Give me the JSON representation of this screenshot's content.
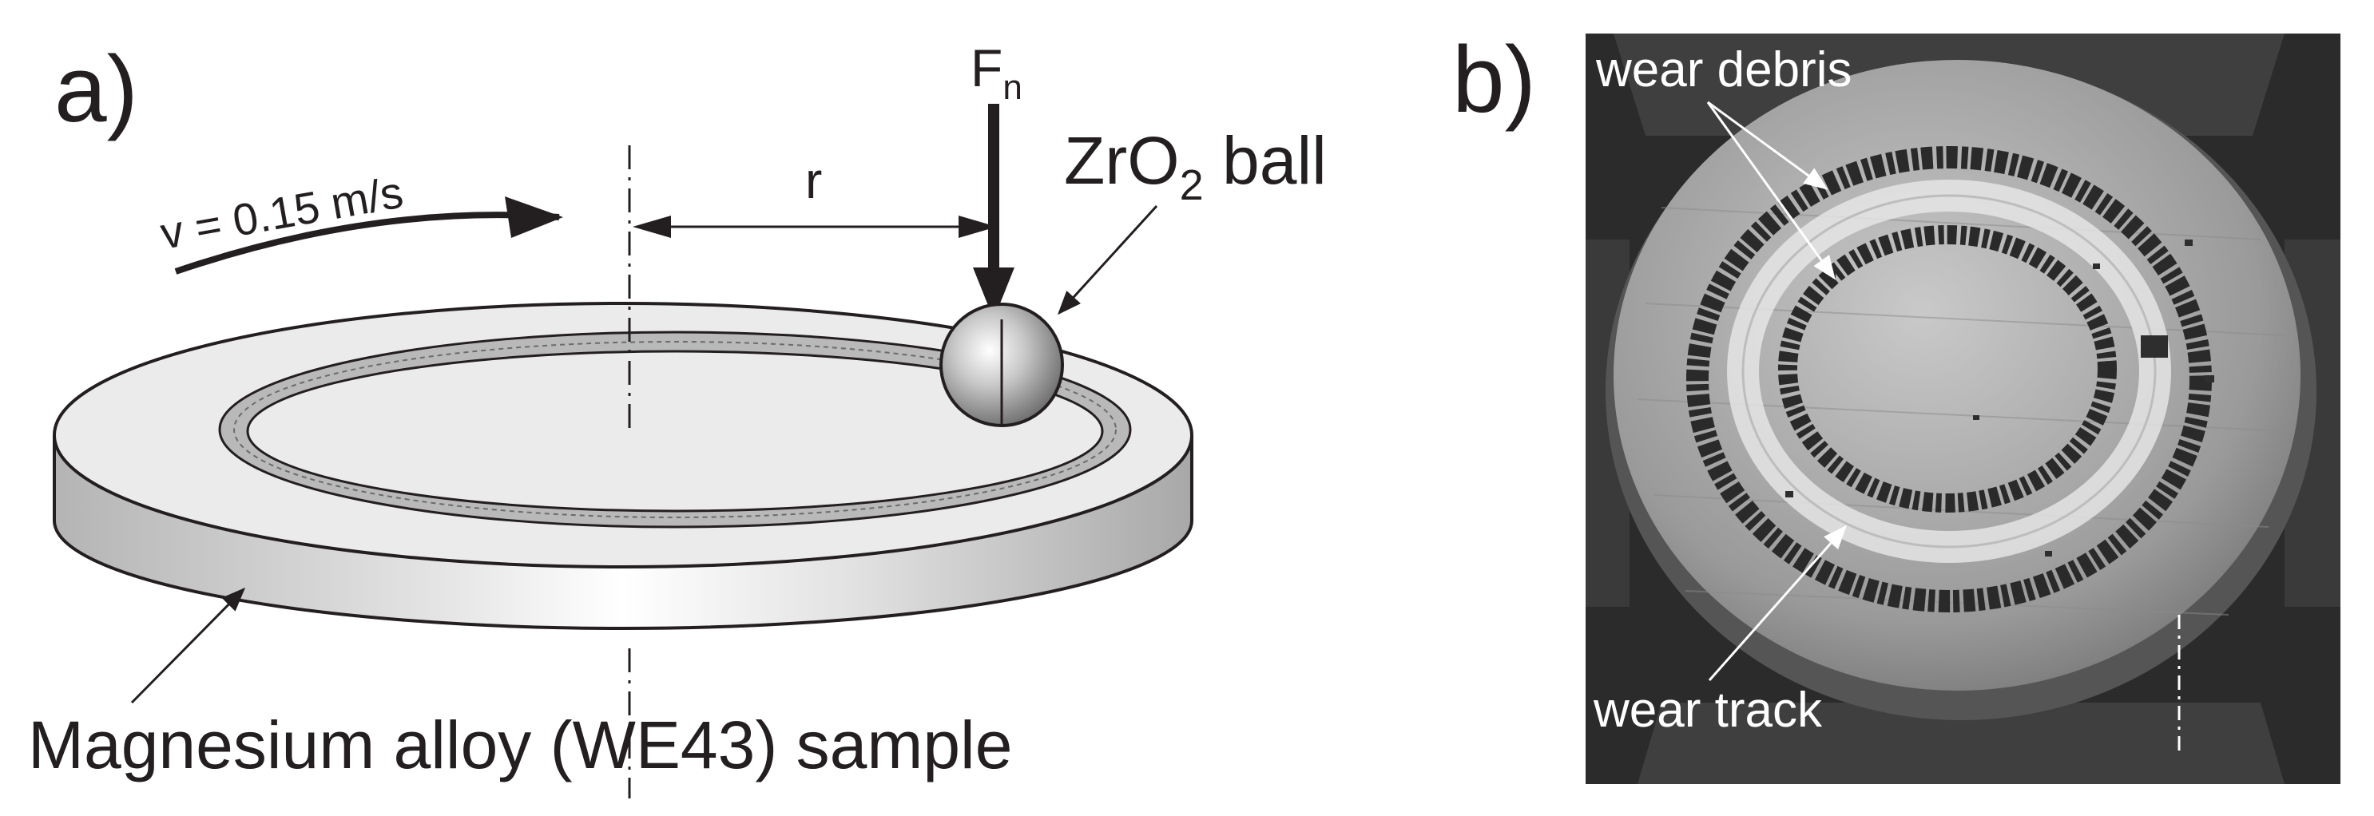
{
  "panel_a": {
    "label": "a)",
    "velocity": "v = 0.15 m/s",
    "radius": "r",
    "force_main": "F",
    "force_sub": "n",
    "ball_main": "ZrO",
    "ball_sub": "2",
    "ball_suffix": " ball",
    "sample": "Magnesium alloy (WE43) sample"
  },
  "panel_b": {
    "label": "b)",
    "debris": "wear debris",
    "track": "wear track"
  },
  "colors": {
    "ink": "#231f20",
    "disk_fill": "#e8e8e8",
    "photo_bg": "#2b2b2b",
    "photo_disk": "#9c9c9c"
  }
}
